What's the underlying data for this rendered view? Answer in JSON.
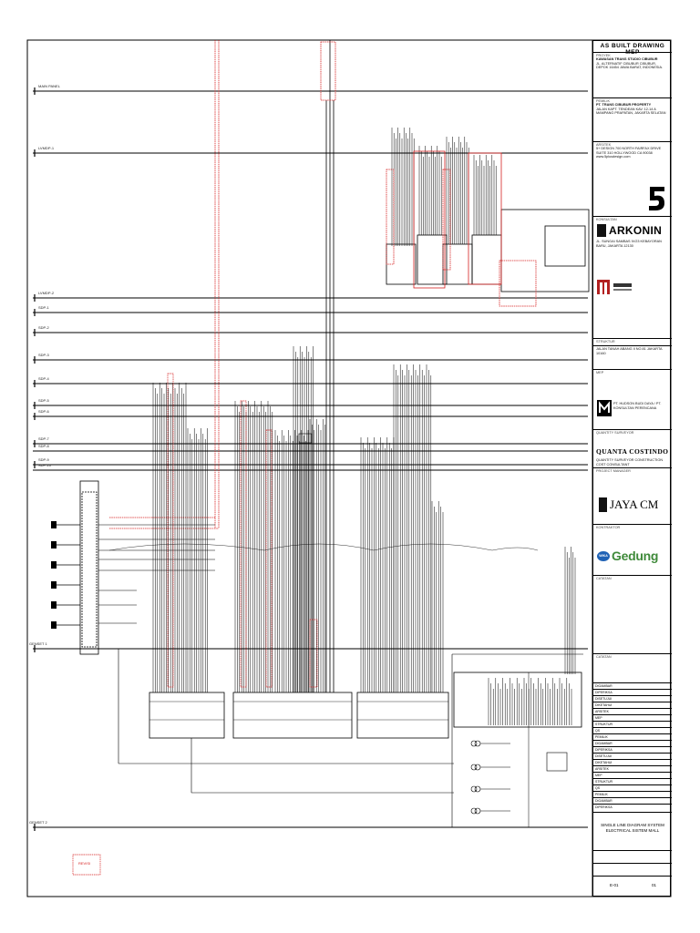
{
  "titleblock": {
    "header": "AS BUILT DRAWING MEP",
    "project_label": "PROYEK",
    "project_name": "KAWASAN TRANS STUDIO CIBUBUR",
    "project_address": "JL. ALTERNATIF CIBUBUR CIBUBUR, DEPOK 16454 JAWA BARAT, INDONESIA.",
    "owner_label": "PEMILIK",
    "owner_name": "PT. TRANS CIBUBUR PROPERTY",
    "owner_address": "JALAN KAPT. TENDEAN KAV. 12-14 A MAMPANG PRAPATAN, JAKARTA SELATAN",
    "architect_label": "ARSITEK",
    "architect_address": "5+ DESIGN 700 NORTH FAIRFAX DRIVE SUITE 310 HOLLYWOOD CA 90038",
    "architect_web": "www.5plusdesign.com",
    "consultant_label": "KONSULTAN",
    "arkonin_name": "ARKONIN",
    "arkonin_address": "JL. SUNGAI SAMBAS IV/23 KEBAYORAN BARU, JAKARTA 12130",
    "structure_label": "STRUKTUR",
    "mep_label": "MEP",
    "mep_address": "JALAN TANAH ABANG II NO.81 JAKARTA 10160",
    "qs_label": "QUANTITY SURVEYOR",
    "qs_address": "PT. HUDSON BUDI DAYA / PT. KONSULTAN PERENCANA",
    "quanta_name": "QUANTA COSTINDO",
    "quanta_sub": "QUANTITY SURVEYOR CONSTRUCTION COST CONSULTANT",
    "pm_label": "PROJECT MANAGER",
    "jaya_name": "JAYA CM",
    "contractor_label": "KONTRAKTOR",
    "gedung_name": "Gedung",
    "gedung_oval": "WIKA",
    "notes_label": "CATATAN",
    "notes2_label": "CATATAN",
    "sign_rows": [
      "DIGAMBAR",
      "DIPERIKSA",
      "DISETUJUI",
      "DIKETAHUI",
      "ARSITEK",
      "MEP",
      "STRUKTUR",
      "QS",
      "PEMILIK"
    ],
    "drawing_title": "SINGLE LINE DIAGRAM SYSTEM ELECTRICAL SISTEM MALL",
    "sheet_no": "E-01",
    "rev": "01"
  },
  "diagram": {
    "buses_left": [
      "MAIN PANEL",
      "LVMDP-1",
      "LVMDP-2",
      "SDP-1",
      "SDP-2",
      "SDP-3",
      "SDP-4",
      "SDP-5",
      "SDP-6",
      "SDP-7",
      "SDP-8",
      "SDP-9",
      "SDP-10"
    ],
    "bottom_labels": [
      "GENSET 1",
      "GENSET 2"
    ],
    "legend_box": "REVISI"
  }
}
